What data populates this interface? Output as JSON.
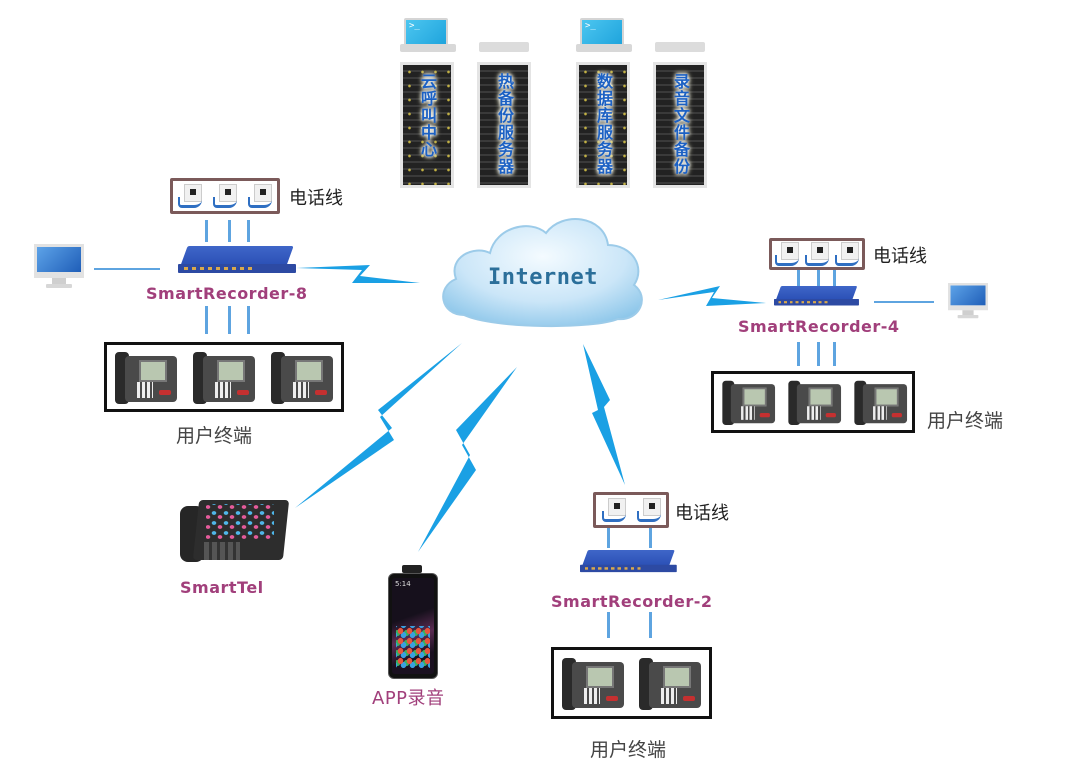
{
  "servers": [
    {
      "label": "云呼叫中心",
      "top": "laptop"
    },
    {
      "label": "热备份服务器",
      "top": "plain"
    },
    {
      "label": "数据库服务器",
      "top": "laptop"
    },
    {
      "label": "录音文件备份",
      "top": "plain"
    }
  ],
  "cloud": {
    "label": "Internet"
  },
  "colors": {
    "link": "#1aa0e4",
    "wire": "#5ea4e0",
    "device_label": "#a13f7b",
    "box_border": "#7b5a5a"
  },
  "nodes": {
    "recorder8": {
      "label": "SmartRecorder-8",
      "phone_line_label": "电话线",
      "terminals_label": "用户终端",
      "jack_count": 3,
      "terminal_count": 3
    },
    "recorder4": {
      "label": "SmartRecorder-4",
      "phone_line_label": "电话线",
      "terminals_label": "用户终端",
      "jack_count": 3,
      "terminal_count": 3
    },
    "recorder2": {
      "label": "SmartRecorder-2",
      "phone_line_label": "电话线",
      "terminals_label": "用户终端",
      "jack_count": 2,
      "terminal_count": 2
    },
    "smarttel": {
      "label": "SmartTel"
    },
    "app": {
      "label": "APP录音",
      "phone_time": "5:14"
    }
  },
  "icons": {
    "server": "server-rack-icon",
    "recorder": "recorder-device-icon",
    "phone_jack": "phone-jack-icon",
    "desk_phone": "desk-phone-icon",
    "monitor": "monitor-icon",
    "cloud": "cloud-icon",
    "link": "lightning-link-icon"
  }
}
